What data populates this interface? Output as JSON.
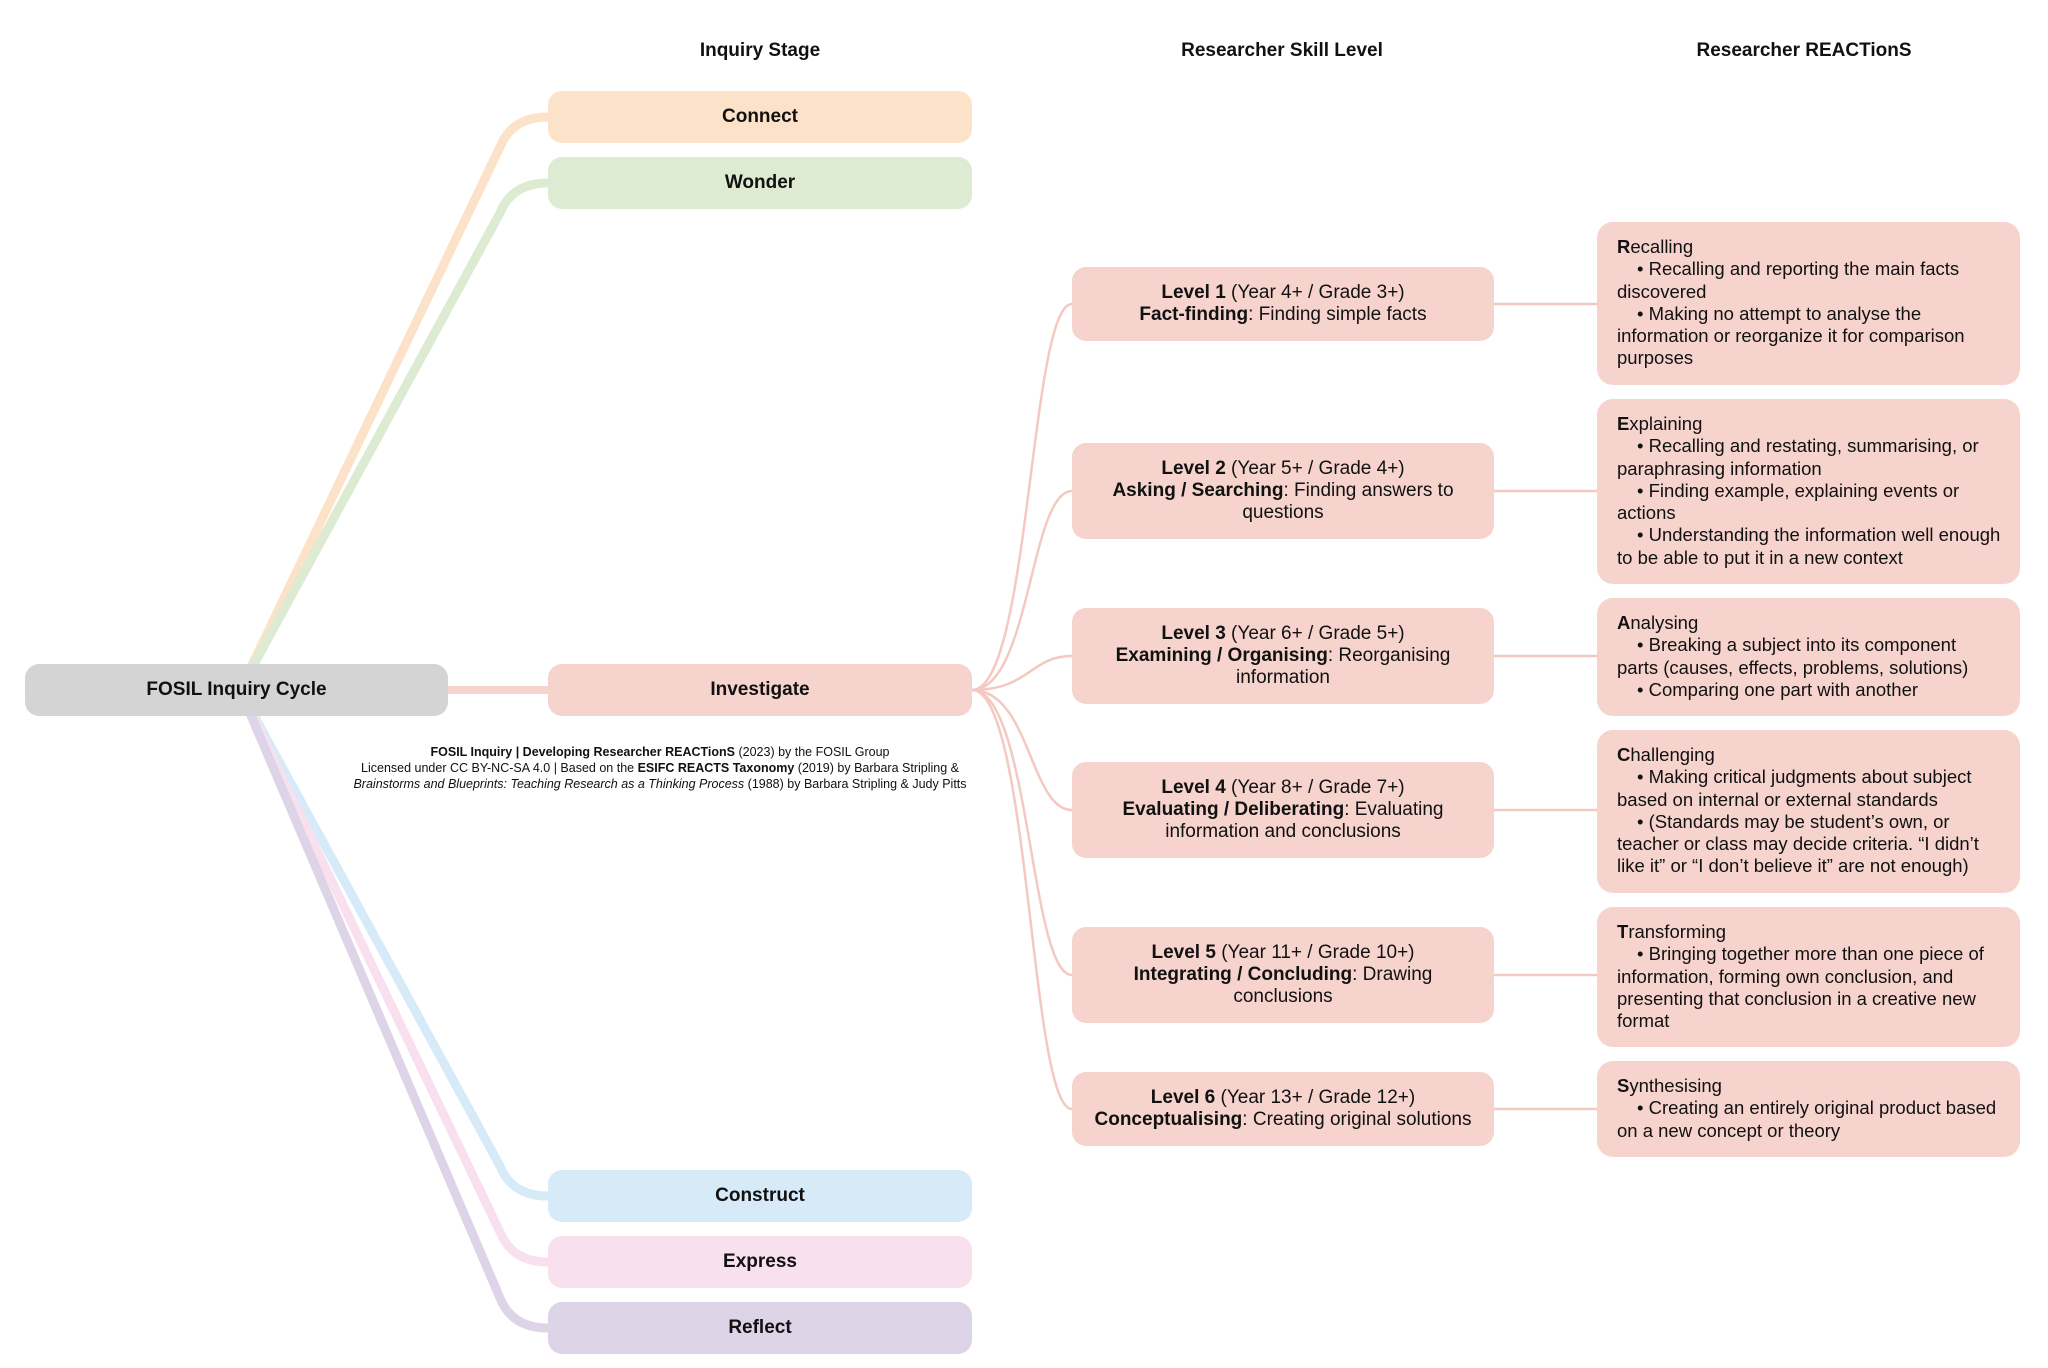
{
  "headers": {
    "stage": "Inquiry Stage",
    "skill": "Researcher Skill Level",
    "reactions": "Researcher REACTionS"
  },
  "root": {
    "label": "FOSIL Inquiry Cycle"
  },
  "stages": [
    {
      "label": "Connect",
      "color": "#fce2c8"
    },
    {
      "label": "Wonder",
      "color": "#dcebd1"
    },
    {
      "label": "Investigate",
      "color": "#f6d3cd"
    },
    {
      "label": "Construct",
      "color": "#d6eaf8"
    },
    {
      "label": "Express",
      "color": "#f8e0ee"
    },
    {
      "label": "Reflect",
      "color": "#ded4e8"
    }
  ],
  "levels": [
    {
      "level": "Level 1",
      "grade": " (Year 4+ / Grade 3+)",
      "skill": "Fact-finding",
      "desc": ": Finding simple facts"
    },
    {
      "level": "Level 2",
      "grade": " (Year 5+ / Grade 4+)",
      "skill": "Asking / Searching",
      "desc": ": Finding answers to questions"
    },
    {
      "level": "Level 3",
      "grade": " (Year 6+ / Grade 5+)",
      "skill": "Examining / Organising",
      "desc": ": Reorganising information"
    },
    {
      "level": "Level 4",
      "grade": " (Year 8+ / Grade 7+)",
      "skill": "Evaluating / Deliberating",
      "desc": ": Evaluating information and conclusions"
    },
    {
      "level": "Level 5",
      "grade": " (Year 11+ / Grade 10+)",
      "skill": "Integrating / Concluding",
      "desc": ": Drawing conclusions"
    },
    {
      "level": "Level 6",
      "grade": " (Year 13+ / Grade 12+)",
      "skill": "Conceptualising",
      "desc": ": Creating original solutions"
    }
  ],
  "reactions": [
    {
      "initial": "R",
      "rest": "ecalling",
      "bullets": [
        "• Recalling and reporting the main facts discovered",
        "• Making no attempt to analyse the information or reorganize it for comparison purposes"
      ]
    },
    {
      "initial": "E",
      "rest": "xplaining",
      "bullets": [
        "• Recalling and restating, summarising, or paraphrasing information",
        "• Finding example, explaining events or actions",
        "• Understanding the information well enough to be able to put it in a new context"
      ]
    },
    {
      "initial": "A",
      "rest": "nalysing",
      "bullets": [
        "• Breaking a subject into its component parts (causes, effects, problems, solutions)",
        "• Comparing one part with another"
      ]
    },
    {
      "initial": "C",
      "rest": "hallenging",
      "bullets": [
        "• Making critical judgments about subject based on internal or external standards",
        "• (Standards may be student’s own, or teacher or class may decide criteria.  “I didn’t like it” or “I don’t believe it” are not enough)"
      ]
    },
    {
      "initial": "T",
      "rest": "ransforming",
      "bullets": [
        "• Bringing together more than one piece of information, forming own conclusion, and presenting that conclusion in a creative new format"
      ]
    },
    {
      "initial": "S",
      "rest": "ynthesising",
      "bullets": [
        "• Creating an entirely original product based on a new concept or theory"
      ]
    }
  ],
  "credit": {
    "line1_title": "FOSIL Inquiry | Developing Researcher REACTionS",
    "line1_rest": " (2023) by the FOSIL Group",
    "line2_a": "Licensed under CC BY-NC-SA 4.0 | Based on the ",
    "line2_bold": "ESIFC REACTS Taxonomy",
    "line2_b": " (2019) by Barbara Stripling &",
    "line3_italic": "Brainstorms and Blueprints: Teaching Research as a Thinking Process",
    "line3_rest": " (1988) by Barbara Stripling & Judy Pitts"
  },
  "connector_color": "#f3c9c1",
  "root_color": "#d4d4d4"
}
